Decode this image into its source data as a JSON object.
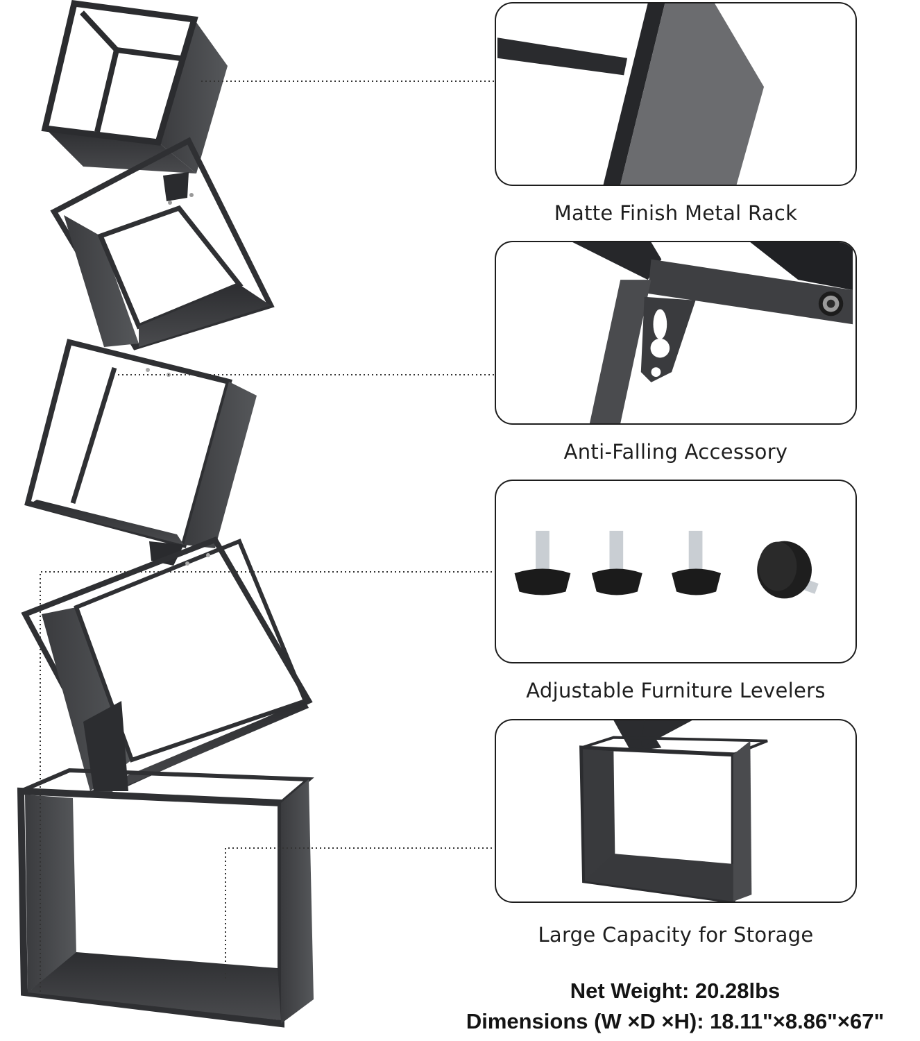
{
  "product": {
    "name": "Stacked cube metal bookshelf",
    "finish_color": "#2e2f31",
    "cube_count": 5
  },
  "features": [
    {
      "id": "matte-finish",
      "label": "Matte Finish Metal Rack",
      "image": "closeup-metal-frame"
    },
    {
      "id": "anti-falling",
      "label": "Anti-Falling Accessory",
      "image": "closeup-wall-bracket"
    },
    {
      "id": "levelers",
      "label": "Adjustable Furniture Levelers",
      "image": "four-leveler-feet",
      "item_count": 4
    },
    {
      "id": "capacity",
      "label": "Large Capacity for Storage",
      "image": "bottom-cube-closeup"
    }
  ],
  "specs": {
    "net_weight_line": "Net Weight: 20.28lbs",
    "dimensions_line": "Dimensions (W ×D ×H): 18.11\"×8.86\"×67\""
  },
  "colors": {
    "frame": "#2e2f31",
    "panel": "#3b3c3f",
    "panel_light": "#5f6063",
    "border": "#1d1d1d",
    "text": "#1e1e1e",
    "background": "#ffffff"
  }
}
